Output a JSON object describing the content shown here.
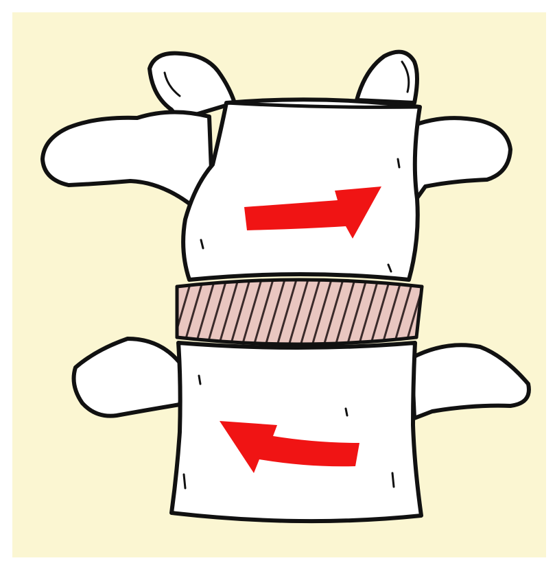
{
  "figure": {
    "subject": "vertebrae-rotation-illustration"
  },
  "colors": {
    "frame": "#ffffff",
    "background": "#fbf6d2",
    "bone": "#ffffff",
    "outline": "#111111",
    "disc_fill": "#e9c6c0",
    "disc_stripes": "#3a2a2a",
    "arrow": "#f01414"
  },
  "arrows": {
    "upper_direction": "right",
    "lower_direction": "left"
  }
}
